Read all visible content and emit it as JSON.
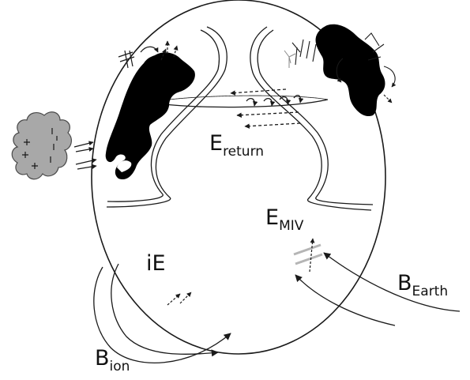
{
  "labels": {
    "e_return": {
      "main": "E",
      "sub": "return"
    },
    "e_miv": {
      "main": "E",
      "sub": "MIV"
    },
    "ie": {
      "main": "iE"
    },
    "b_earth": {
      "main": "B",
      "sub": "Earth"
    },
    "b_ion": {
      "main": "B",
      "sub": "ion"
    }
  },
  "colors": {
    "outline": "#1a1a1a",
    "fill_dark": "#000000",
    "cloud_fill": "#a8a8a8",
    "field_gray": "#b5b5b5",
    "background": "#ffffff"
  }
}
